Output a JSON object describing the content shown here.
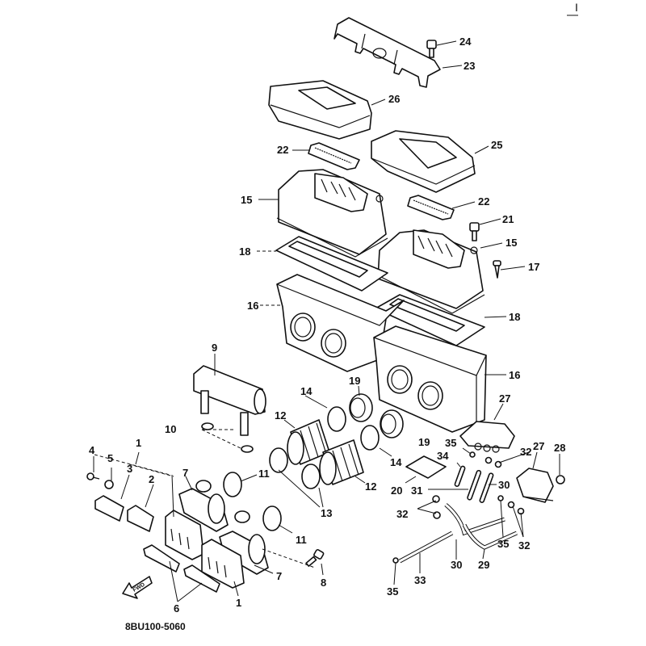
{
  "diagram": {
    "title": "Air intake / reed valve / fuel pump exploded parts diagram",
    "page_mark": "I",
    "drawing_code": "8BU100-5060",
    "fwd_label": "FWD",
    "callouts": [
      {
        "id": "c24",
        "label": "24",
        "part": "bolt"
      },
      {
        "id": "c23",
        "label": "23",
        "part": "bracket"
      },
      {
        "id": "c26",
        "label": "26",
        "part": "cover-left"
      },
      {
        "id": "c25",
        "label": "25",
        "part": "cover-right"
      },
      {
        "id": "c22a",
        "label": "22",
        "part": "filter-element-left"
      },
      {
        "id": "c22b",
        "label": "22",
        "part": "filter-element-right"
      },
      {
        "id": "c21",
        "label": "21",
        "part": "bolt"
      },
      {
        "id": "c15a",
        "label": "15",
        "part": "air-box-cap-left"
      },
      {
        "id": "c15b",
        "label": "15",
        "part": "air-box-cap-right"
      },
      {
        "id": "c17",
        "label": "17",
        "part": "screw"
      },
      {
        "id": "c18a",
        "label": "18",
        "part": "gasket-left"
      },
      {
        "id": "c18b",
        "label": "18",
        "part": "gasket-right"
      },
      {
        "id": "c16a",
        "label": "16",
        "part": "air-box-case-left"
      },
      {
        "id": "c16b",
        "label": "16",
        "part": "air-box-case-right"
      },
      {
        "id": "c9",
        "label": "9",
        "part": "balancer-pipe"
      },
      {
        "id": "c19a",
        "label": "19",
        "part": "funnel-a"
      },
      {
        "id": "c19b",
        "label": "19",
        "part": "funnel-b"
      },
      {
        "id": "c14a",
        "label": "14",
        "part": "clamp-a"
      },
      {
        "id": "c14b",
        "label": "14",
        "part": "clamp-b"
      },
      {
        "id": "c12a",
        "label": "12",
        "part": "joint-a"
      },
      {
        "id": "c12b",
        "label": "12",
        "part": "joint-b"
      },
      {
        "id": "c13",
        "label": "13",
        "part": "clamps"
      },
      {
        "id": "c10",
        "label": "10",
        "part": "clips"
      },
      {
        "id": "c11a",
        "label": "11",
        "part": "clamp-c"
      },
      {
        "id": "c11b",
        "label": "11",
        "part": "clamp-d"
      },
      {
        "id": "c7a",
        "label": "7",
        "part": "manifold-a"
      },
      {
        "id": "c7b",
        "label": "7",
        "part": "manifold-b"
      },
      {
        "id": "c8",
        "label": "8",
        "part": "bolt"
      },
      {
        "id": "c1a",
        "label": "1",
        "part": "reed-valve-assy"
      },
      {
        "id": "c1b",
        "label": "1",
        "part": "reed-valve-assy"
      },
      {
        "id": "c2",
        "label": "2",
        "part": "reed-stopper"
      },
      {
        "id": "c3",
        "label": "3",
        "part": "reed"
      },
      {
        "id": "c4",
        "label": "4",
        "part": "screw"
      },
      {
        "id": "c5",
        "label": "5",
        "part": "washer"
      },
      {
        "id": "c6",
        "label": "6",
        "part": "gaskets"
      },
      {
        "id": "c27a",
        "label": "27",
        "part": "fuel-pump-a"
      },
      {
        "id": "c27b",
        "label": "27",
        "part": "fuel-pump-b"
      },
      {
        "id": "c28",
        "label": "28",
        "part": "nut"
      },
      {
        "id": "c35a",
        "label": "35",
        "part": "clip"
      },
      {
        "id": "c35b",
        "label": "35",
        "part": "clip"
      },
      {
        "id": "c35c",
        "label": "35",
        "part": "clip"
      },
      {
        "id": "c34",
        "label": "34",
        "part": "hose"
      },
      {
        "id": "c32a",
        "label": "32",
        "part": "clips"
      },
      {
        "id": "c32b",
        "label": "32",
        "part": "clips"
      },
      {
        "id": "c32c",
        "label": "32",
        "part": "clips"
      },
      {
        "id": "c30a",
        "label": "30",
        "part": "hose"
      },
      {
        "id": "c30b",
        "label": "30",
        "part": "hose"
      },
      {
        "id": "c31",
        "label": "31",
        "part": "hose"
      },
      {
        "id": "c20",
        "label": "20",
        "part": "pad"
      },
      {
        "id": "c29",
        "label": "29",
        "part": "hose"
      },
      {
        "id": "c33",
        "label": "33",
        "part": "hose"
      }
    ]
  }
}
